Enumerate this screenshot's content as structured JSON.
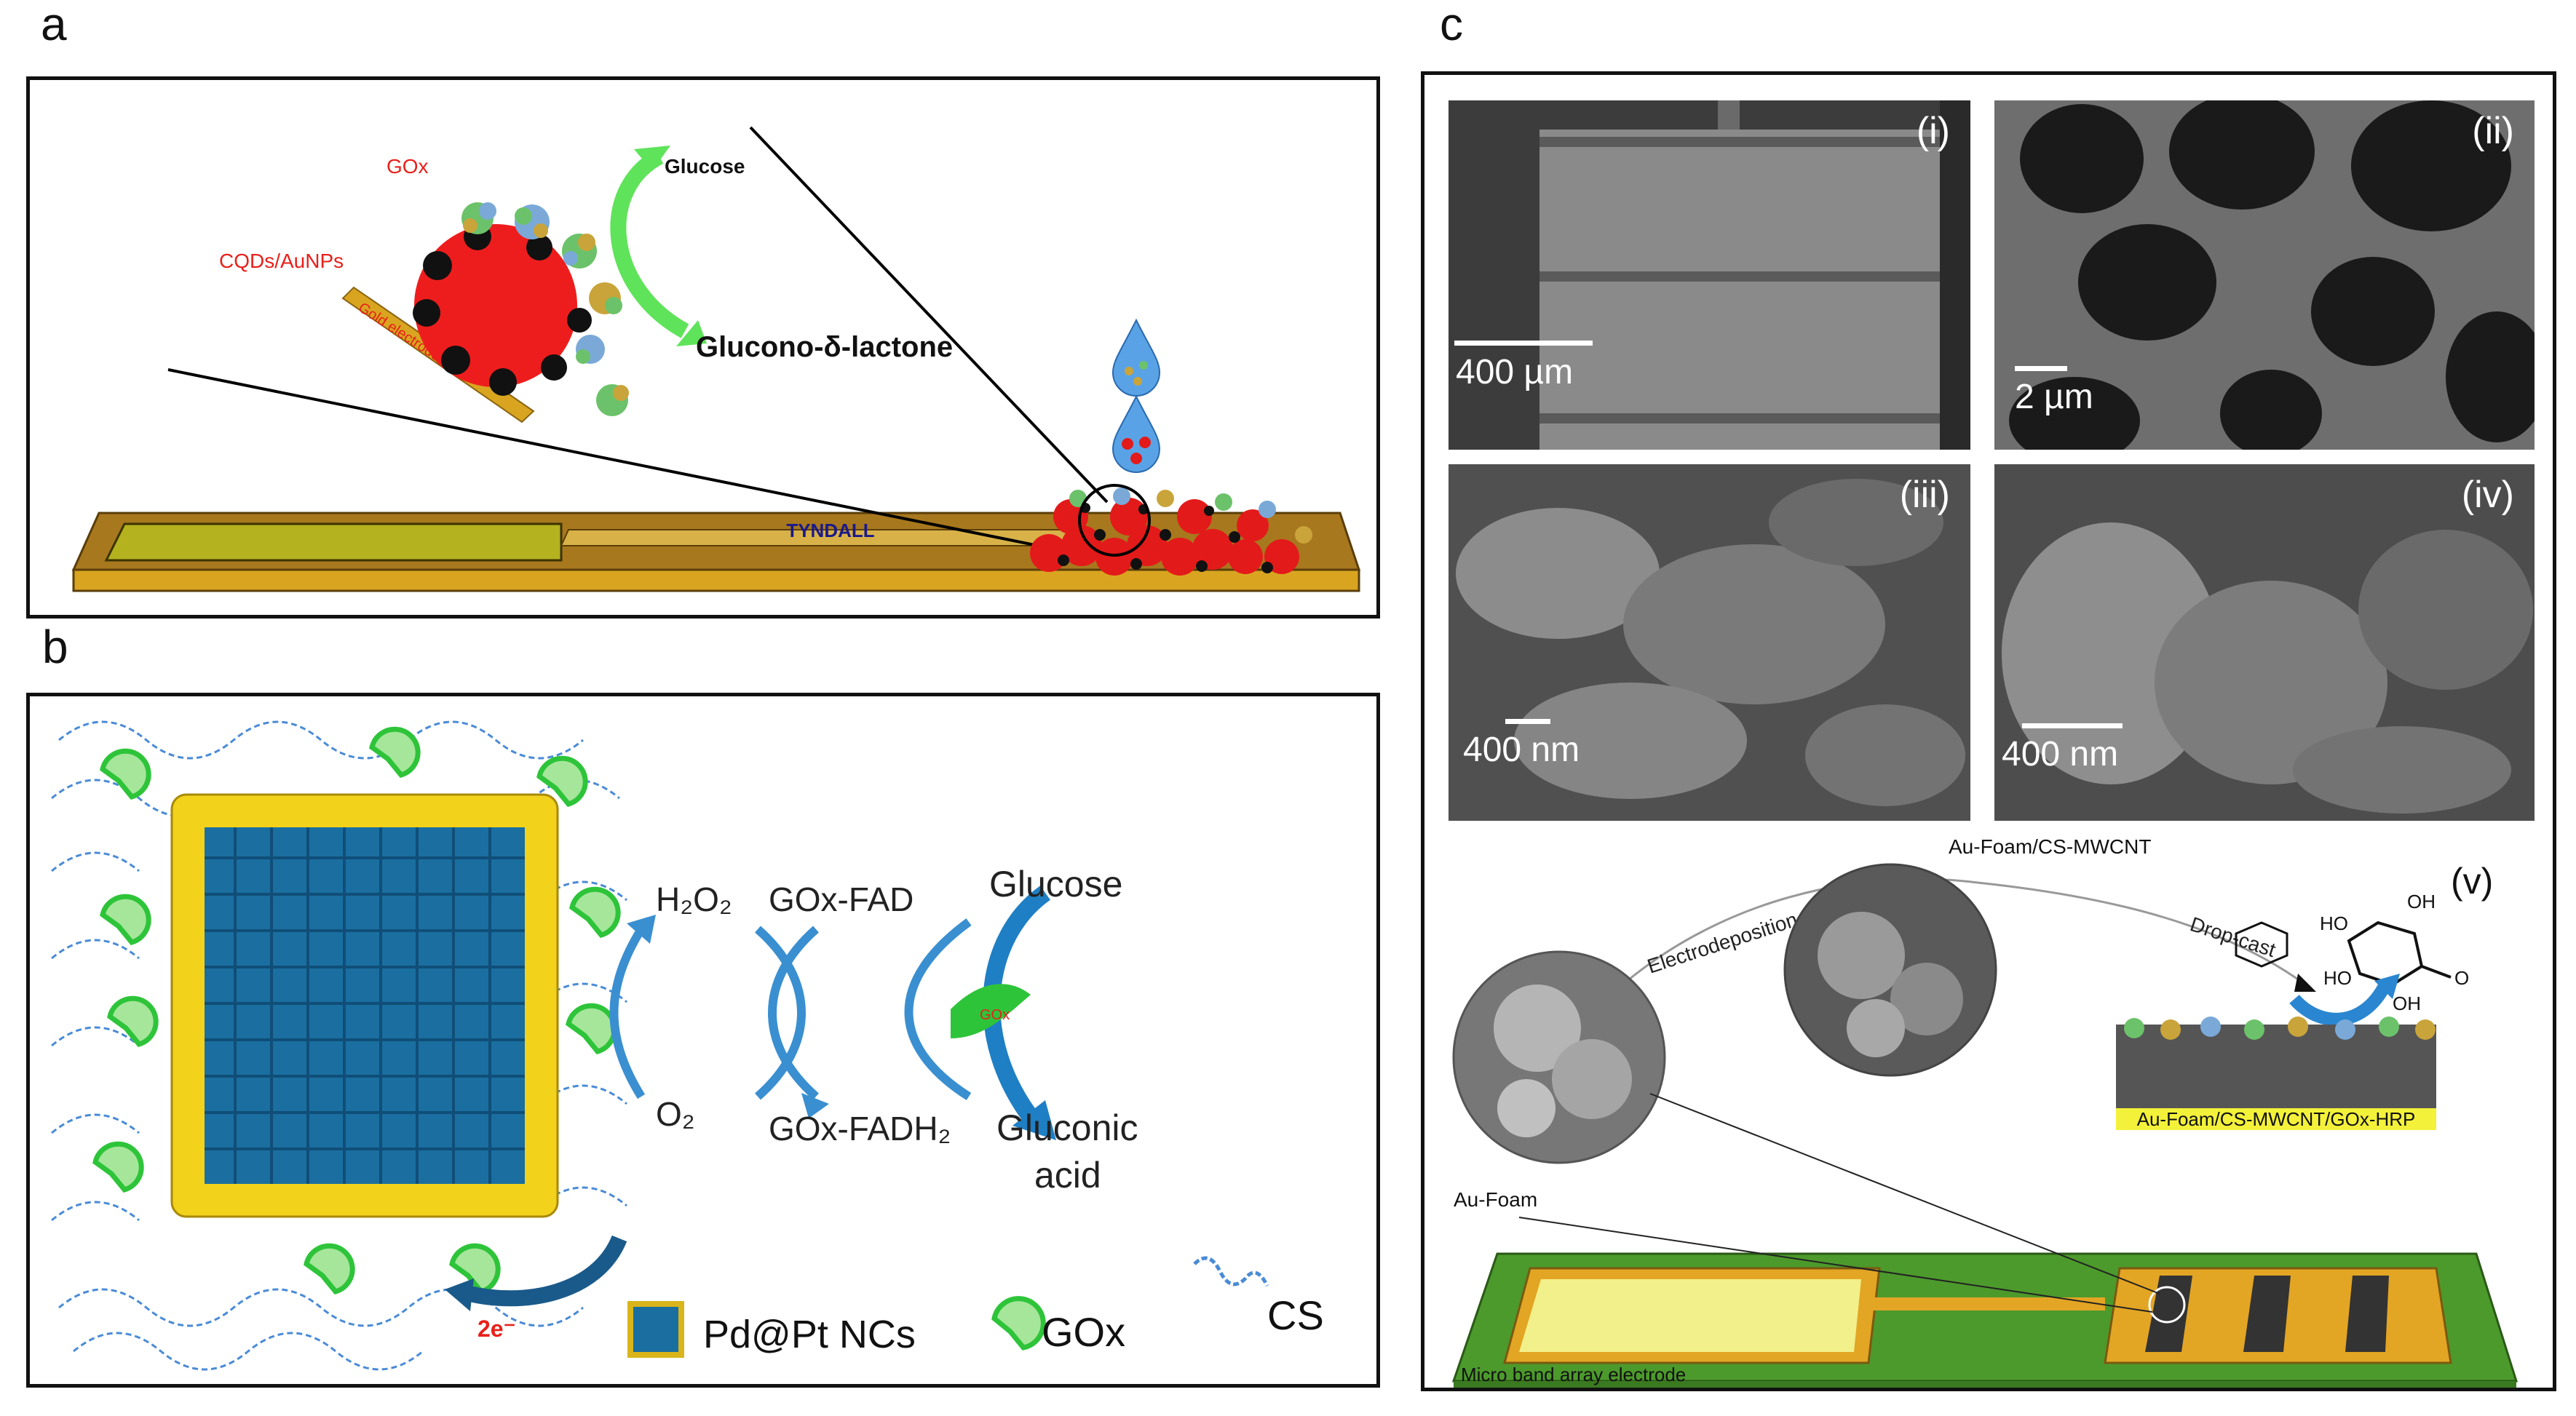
{
  "panel_labels": {
    "a": "a",
    "b": "b",
    "c": "c"
  },
  "panel_a": {
    "gox": "GOx",
    "cqds": "CQDs/AuNPs",
    "gold_electrode": "Gold electrode",
    "glucose": "Glucose",
    "product": "Glucono-δ-lactone",
    "brand": "TYNDALL",
    "colors": {
      "label_red": "#e8201a",
      "gold": "#d9a520",
      "arrow_green": "#5fe35a"
    }
  },
  "panel_b": {
    "h2o2": "H₂O₂",
    "o2": "O₂",
    "gox_fad": "GOx-FAD",
    "gox_fadh2": "GOx-FADH₂",
    "glucose": "Glucose",
    "gluconic_1": "Gluconic",
    "gluconic_2": "acid",
    "electrons": "2e⁻",
    "enzyme_tag": "GOx",
    "legend": {
      "nc": "Pd@Pt NCs",
      "gox": "GOx",
      "cs": "CS"
    },
    "colors": {
      "core": "#1a6fa0",
      "shell": "#f2d21a",
      "gox": "#2ec43a",
      "arrow": "#3a8fd0",
      "cs": "#4a8bd6"
    }
  },
  "panel_c": {
    "sem": [
      {
        "tag": "(i)",
        "scale": "400 µm"
      },
      {
        "tag": "(ii)",
        "scale": "2 µm"
      },
      {
        "tag": "(iii)",
        "scale": "400 nm"
      },
      {
        "tag": "(iv)",
        "scale": "400 nm"
      }
    ],
    "v_tag": "(v)",
    "au_foam": "Au-Foam",
    "au_foam_cs": "Au-Foam/CS-MWCNT",
    "electrodeposition": "Electrodeposition",
    "drop_cast": "Drop-cast",
    "final_layer": "Au-Foam/CS-MWCNT/GOx-HRP",
    "electrode_name": "Micro band array electrode",
    "molecule_labels": {
      "ho1": "HO",
      "oh1": "OH",
      "ho2": "HO",
      "oh2": "OH",
      "o": "O"
    },
    "colors": {
      "board": "#4c9a2c",
      "pad": "#f2f08a",
      "track": "#e3a524"
    }
  }
}
